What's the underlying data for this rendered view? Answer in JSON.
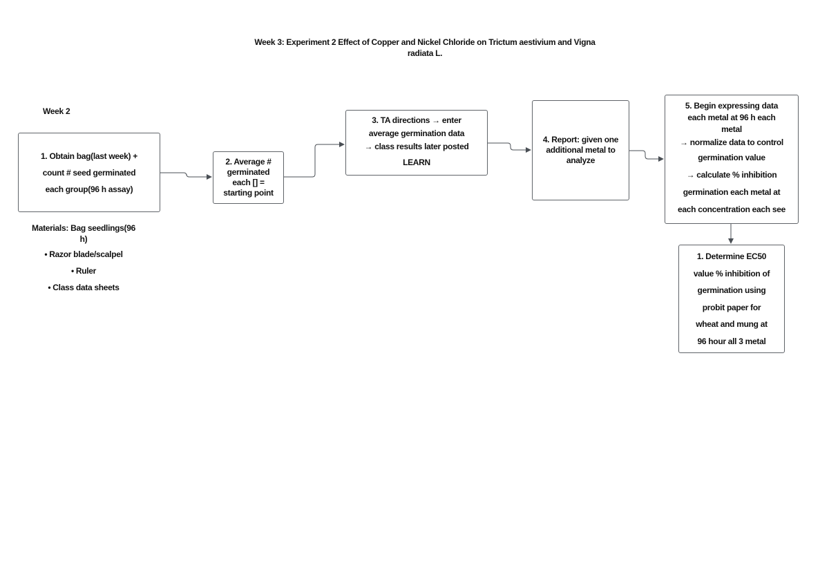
{
  "title": {
    "lines": [
      "Week 3: Experiment 2 Effect of Copper and Nickel Chloride on Trictum aestivium and Vigna",
      "radiata L."
    ]
  },
  "week_label": "Week 2",
  "nodes": {
    "step1": {
      "lines": [
        "1. Obtain bag(last week) +",
        "count # seed germinated",
        "each group(96 h assay)"
      ]
    },
    "step2": {
      "lines": [
        "2. Average #",
        "germinated",
        "each [] =",
        "starting point"
      ]
    },
    "step3": {
      "lines": [
        "3. TA directions → enter",
        "average germination data",
        "→ class results later posted",
        "LEARN"
      ]
    },
    "step4": {
      "lines": [
        "4. Report: given one",
        "additional metal to",
        "analyze"
      ]
    },
    "step5": {
      "lines": [
        "5. Begin expressing data",
        "each metal at 96 h each",
        "metal",
        "→ normalize data to control",
        "germination value",
        "→ calculate % inhibition",
        "germination each metal at",
        "each concentration each see"
      ]
    },
    "step6": {
      "lines": [
        "1. Determine EC50",
        "value % inhibition of",
        "germination using",
        "probit paper for",
        "wheat and mung at",
        "96 hour all 3 metal"
      ]
    }
  },
  "materials": {
    "heading": "Materials:",
    "heading_rest": "Bag seedlings(96",
    "heading_cont": "h)",
    "items": [
      "• Razor blade/scalpel",
      "• Ruler",
      "• Class data sheets"
    ]
  },
  "colors": {
    "border": "#5f6368",
    "connector": "#4a4f55",
    "text": "#111111"
  }
}
